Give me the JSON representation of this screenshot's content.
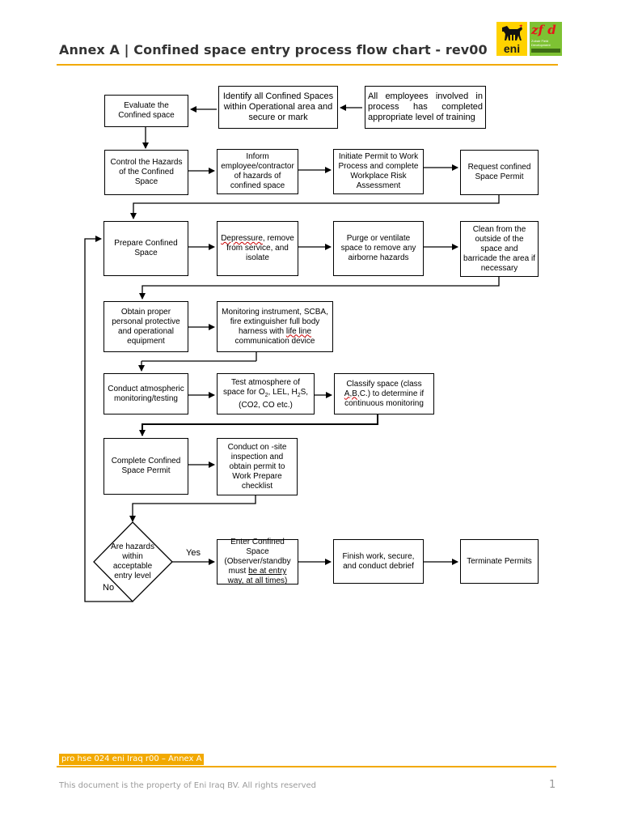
{
  "header": {
    "title": "Annex A | Confined space entry process flow chart - rev00",
    "logo_eni_text": "eni",
    "logo_zf_text": "zf d",
    "logo_zf_sub": "Zubair Field Development"
  },
  "boxes": {
    "evaluate": "Evaluate the Confined space",
    "identify": "Identify all Confined Spaces within Operational area and secure or mark",
    "all_employees": "All employees involved in process has completed appropriate level of training",
    "control": "Control the Hazards of the Confined Space",
    "inform": "Inform employee/contractor of hazards of confined space",
    "initiate": "Initiate Permit to Work Process and complete Workplace Risk Assessment",
    "request": "Request confined Space Permit",
    "prepare": "Prepare Confined Space",
    "depressure_a": "Depressure",
    "depressure_b": ", remove from service, and isolate",
    "purge": "Purge or ventilate space to remove any airborne hazards",
    "clean": "Clean from the outside of the space and barricade the area if necessary",
    "obtain": "Obtain proper personal protective and operational equipment",
    "monitoring_a": "Monitoring instrument, SCBA, fire extinguisher full body harness with ",
    "monitoring_b": "life line",
    "monitoring_c": " communication device",
    "conduct_atm": "Conduct atmospheric monitoring/testing",
    "test_a": "Test atmosphere of space for O",
    "test_sub1": "2",
    "test_b": ", LEL, H",
    "test_sub2": "2",
    "test_c": "S, (CO2, CO etc.)",
    "classify_a": "Classify space (class ",
    "classify_b": "A,B,",
    "classify_c": "C.) to determine if continuous monitoring",
    "complete": "Complete Confined Space Permit",
    "onsite": "Conduct on -site inspection and obtain permit to Work Prepare checklist",
    "hazards": "Are hazards within acceptable entry level",
    "enter_a": "Enter Confined Space (Observer/standby must ",
    "enter_b": "be at entry way, at all times",
    "enter_c": ")",
    "finish": "Finish work, secure, and conduct debrief",
    "terminate": "Terminate Permits"
  },
  "labels": {
    "yes": "Yes",
    "no": "No"
  },
  "footer": {
    "tag": "pro hse 024 eni Iraq r00 – Annex A",
    "note": "This document is the property of Eni Iraq BV. All rights reserved",
    "page": "1"
  },
  "colors": {
    "accent": "#f2a900",
    "eni_yellow": "#ffd200",
    "zf_green": "#7ec233"
  }
}
